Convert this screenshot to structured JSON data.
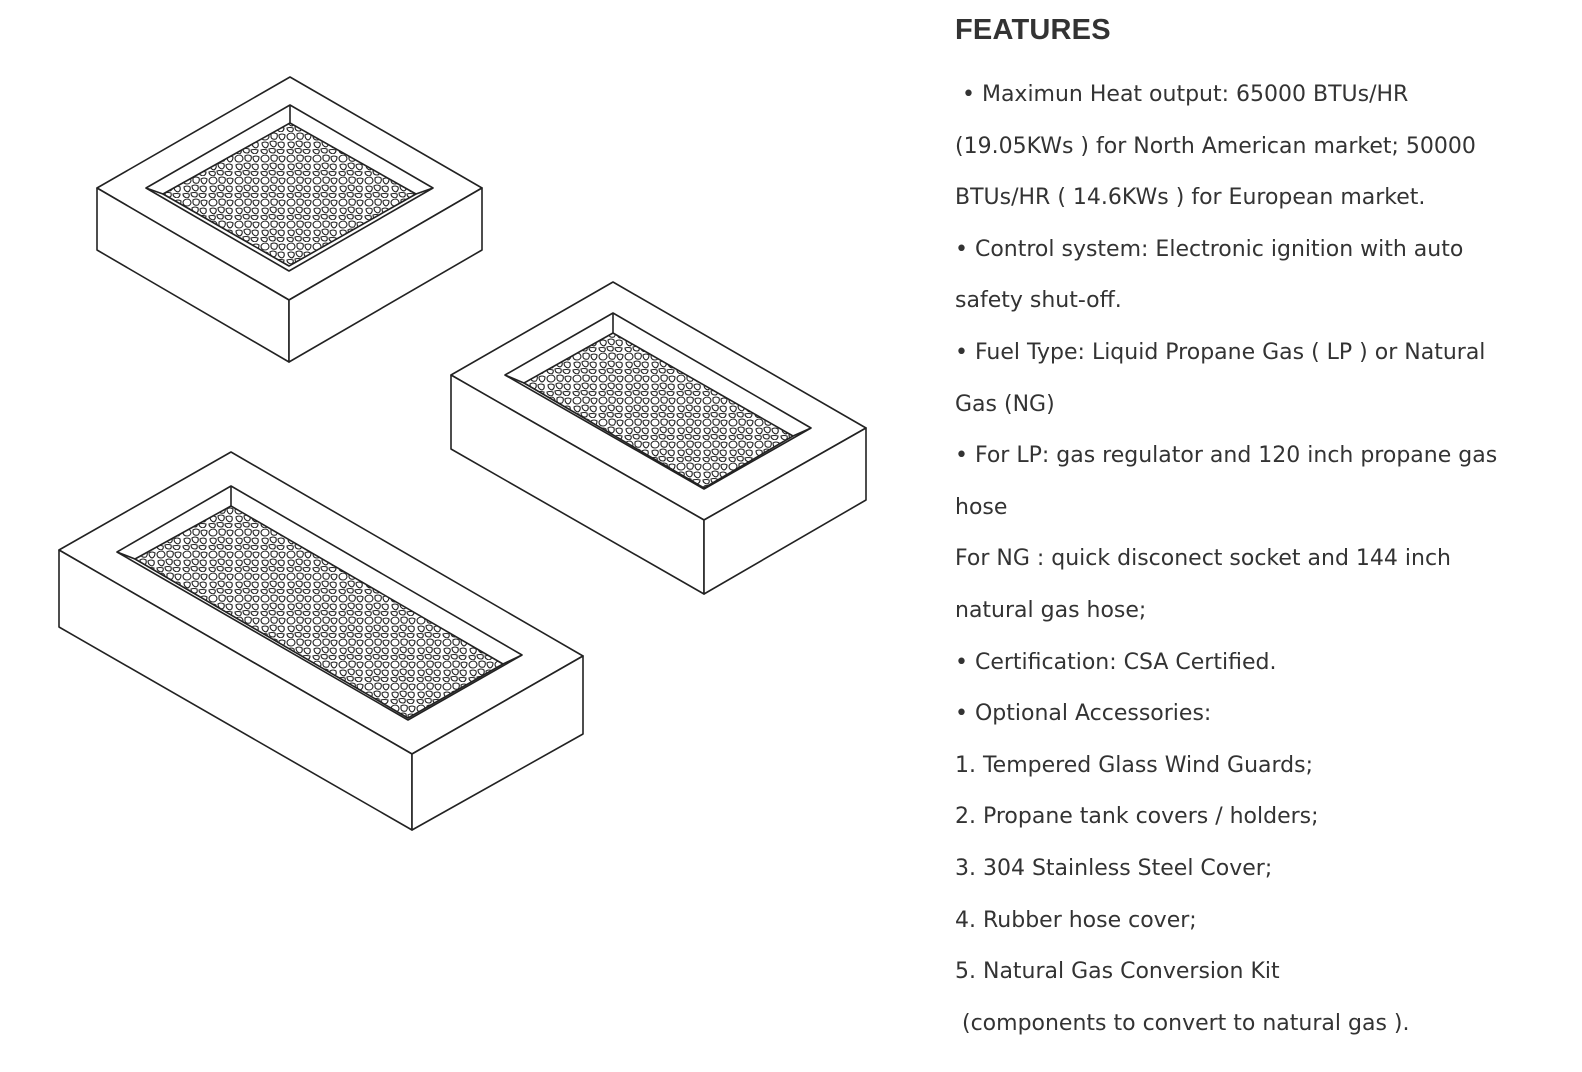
{
  "features": {
    "title": "FEATURES",
    "lines": [
      " • Maximun Heat output: 65000 BTUs/HR",
      "(19.05KWs ) for North American market; 50000",
      "BTUs/HR ( 14.6KWs ) for European market.",
      "• Control system: Electronic ignition with auto",
      "safety shut-off.",
      "• Fuel Type: Liquid Propane Gas ( LP ) or Natural",
      "Gas (NG)",
      "• For LP: gas regulator and 120 inch propane gas",
      "hose",
      "For NG : quick disconect socket and 144 inch",
      "natural gas hose;",
      "• Certification: CSA Certified.",
      "• Optional Accessories:",
      "1. Tempered Glass Wind Guards;",
      "2. Propane tank covers / holders;",
      "3. 304 Stainless Steel Cover;",
      "4. Rubber hose cover;",
      "5. Natural Gas Conversion Kit",
      " (components to convert to natural gas )."
    ]
  },
  "illustration": {
    "items": [
      "square-fire-pit",
      "rectangular-fire-pit",
      "long-linear-fire-pit"
    ],
    "line_color": "#222222",
    "fill_color": "#ffffff"
  }
}
